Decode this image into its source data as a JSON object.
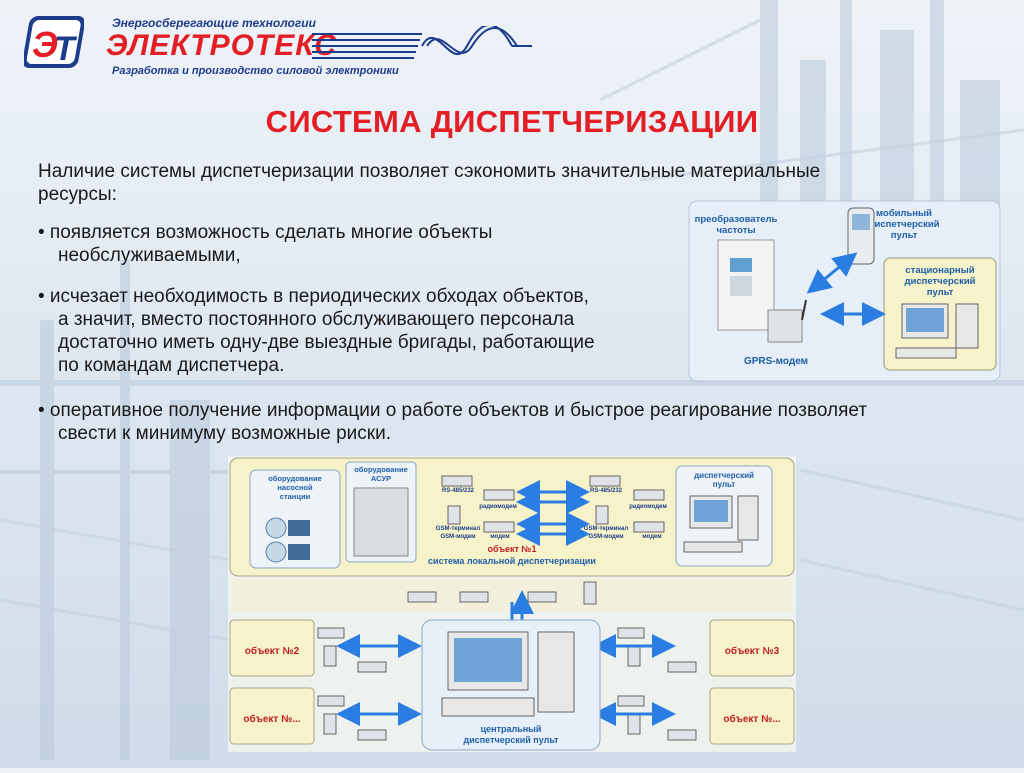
{
  "logo": {
    "top_line": "Энергосберегающие технологии",
    "brand": "ЭЛЕКТРОТЕКС",
    "sub_line": "Разработка и производство силовой электроники"
  },
  "title": "СИСТЕМА ДИСПЕТЧЕРИЗАЦИИ",
  "intro": {
    "line1": "Наличие системы диспетчеризации позволяет сэкономить значительные материальные",
    "line2": "ресурсы:"
  },
  "bullets": [
    {
      "line1": "• появляется возможность сделать многие объекты",
      "line2": "необслуживаемыми,"
    },
    {
      "line1": "• исчезает необходимость в периодических обходах  объектов,",
      "line2": "а значит, вместо постоянного  обслуживающего персонала",
      "line3": "достаточно иметь  одну-две выездные бригады, работающие",
      "line4": "по командам диспетчера."
    },
    {
      "line1": "• оперативное получение информации о работе объектов и быстрое реагирование позволяет",
      "line2": "свести к минимуму возможные риски."
    }
  ],
  "top_diagram": {
    "converter": [
      "преобразователь",
      "частоты"
    ],
    "mobile": [
      "мобильный",
      "диспетчерский",
      "пульт"
    ],
    "stationary": [
      "стационарный",
      "диспетчерский",
      "пульт"
    ],
    "modem": "GPRS-модем"
  },
  "bottom_diagram": {
    "pump_equipment": [
      "оборудование",
      "насосной",
      "станции"
    ],
    "asur_equipment": [
      "оборудование",
      "АСУР"
    ],
    "rs_left": "RS-485/232",
    "rs_right": "RS-485/232",
    "radiomodem_left": "радиомодем",
    "radiomodem_right": "радиомодем",
    "gsm_left": [
      "GSM-терминал",
      "GSM-модем"
    ],
    "gsm_right": [
      "GSM-терминал",
      "GSM-модем"
    ],
    "modem_left": "модем",
    "modem_right": "модем",
    "dispatch": [
      "диспетчерский",
      "пульт"
    ],
    "object1": "объект №1",
    "local_system": "система локальной диспетчеризации",
    "object2": "объект №2",
    "object3": "объект №3",
    "object_n_left": "объект №...",
    "object_n_right": "объект №...",
    "central": [
      "центральный",
      "диспетчерский пульт"
    ]
  },
  "colors": {
    "accent_red": "#e31e24",
    "brand_blue": "#1e3c8c",
    "diagram_blue": "#1e5fa8",
    "panel_bg": "#f6f2c9",
    "arrow_blue": "#2a7de1"
  }
}
